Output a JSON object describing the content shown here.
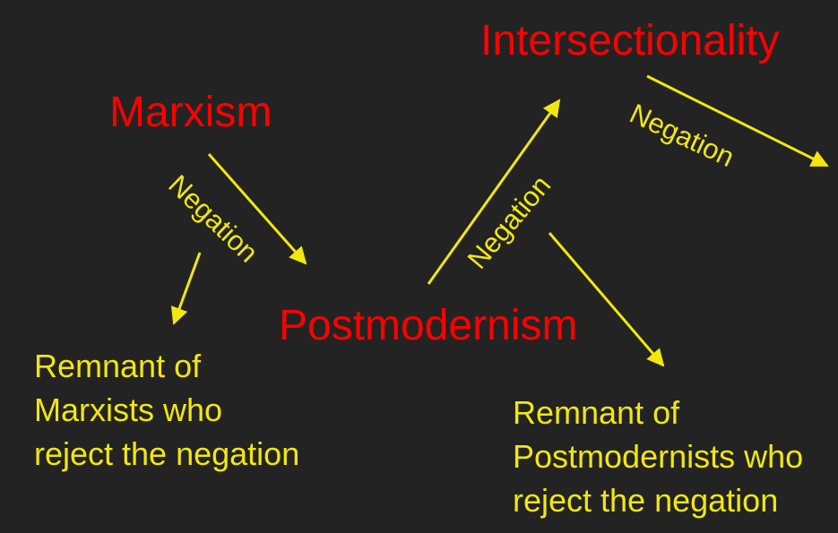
{
  "diagram": {
    "colors": {
      "background": "#232323",
      "node_text": "#fc0000",
      "accent": "#f2e70e"
    },
    "nodes": {
      "marxism": "Marxism",
      "postmodernism": "Postmodernism",
      "intersectionality": "Intersectionality"
    },
    "edge_labels": {
      "marxism_to_postmodernism": "Negation",
      "postmodernism_to_intersectionality": "Negation",
      "intersectionality_to_next": "Negation"
    },
    "annotations": {
      "remnant_marxists": {
        "line1": "Remnant of",
        "line2": "Marxists who",
        "line3": "reject the negation"
      },
      "remnant_postmodernists": {
        "line1": "Remnant of",
        "line2": "Postmodernists who",
        "line3": "reject the negation"
      }
    }
  }
}
